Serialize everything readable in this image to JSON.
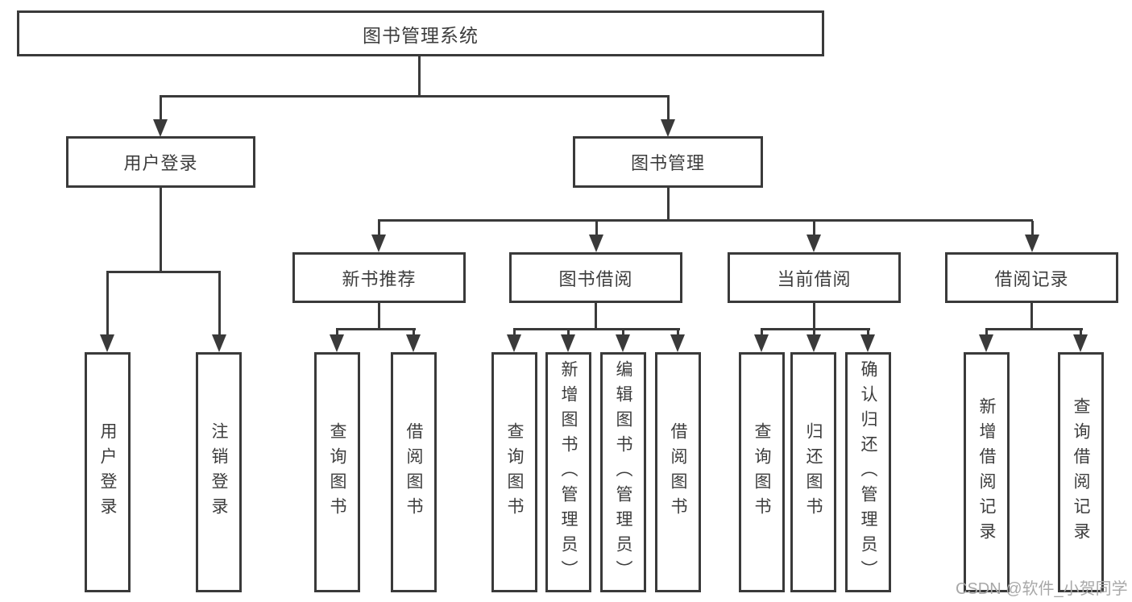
{
  "diagram": {
    "root": {
      "label": "图书管理系统"
    },
    "level2": [
      {
        "label": "用户登录"
      },
      {
        "label": "图书管理"
      }
    ],
    "level3": [
      {
        "label": "新书推荐"
      },
      {
        "label": "图书借阅"
      },
      {
        "label": "当前借阅"
      },
      {
        "label": "借阅记录"
      }
    ],
    "leaves": {
      "user_login": [
        "用户登录",
        "注销登录"
      ],
      "new_book_recommend": [
        "查询图书",
        "借阅图书"
      ],
      "book_borrowing": [
        "查询图书",
        "新增图书（管理员）",
        "编辑图书（管理员）",
        "借阅图书"
      ],
      "current_borrowing": [
        "查询图书",
        "归还图书",
        "确认归还（管理员）"
      ],
      "borrowing_records": [
        "新增借阅记录",
        "查询借阅记录"
      ]
    }
  },
  "watermark": "CSDN @软件_小贺同学",
  "colors": {
    "line": "#3a3a3a",
    "text": "#3d3d3d",
    "watermark": "#a8a8a8",
    "background": "#ffffff"
  }
}
